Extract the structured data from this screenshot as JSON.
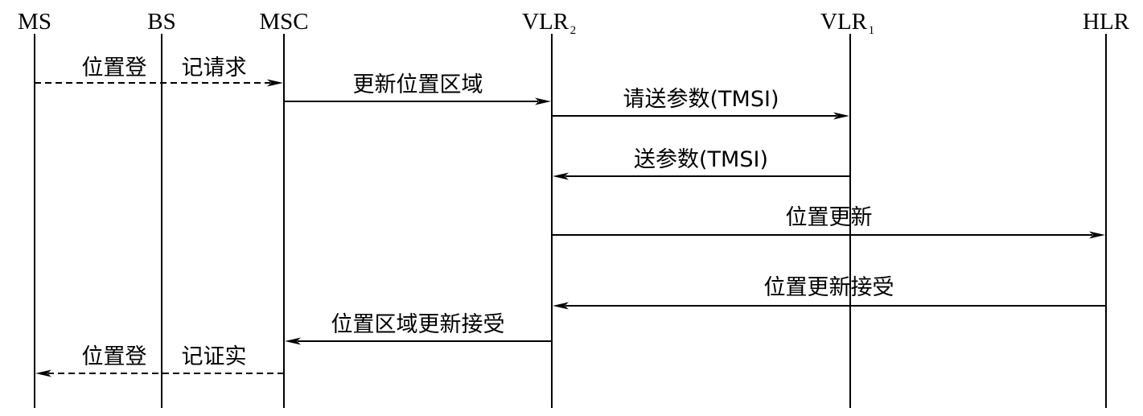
{
  "participants": [
    {
      "id": "MS",
      "label": "MS",
      "sub": ""
    },
    {
      "id": "BS",
      "label": "BS",
      "sub": ""
    },
    {
      "id": "MSC",
      "label": "MSC",
      "sub": ""
    },
    {
      "id": "VLR2",
      "label": "VLR",
      "sub": "2"
    },
    {
      "id": "VLR1",
      "label": "VLR",
      "sub": "1"
    },
    {
      "id": "HLR",
      "label": "HLR",
      "sub": ""
    }
  ],
  "messages": [
    {
      "from": "MS",
      "to": "MSC",
      "style": "dashed",
      "label_parts": [
        "位置登",
        "记请求"
      ]
    },
    {
      "from": "MSC",
      "to": "VLR2",
      "style": "solid",
      "label_parts": [
        "更新位置区域"
      ]
    },
    {
      "from": "VLR2",
      "to": "VLR1",
      "style": "solid",
      "label_parts": [
        "请送参数(TMSI)"
      ]
    },
    {
      "from": "VLR1",
      "to": "VLR2",
      "style": "solid",
      "label_parts": [
        "送参数(TMSI)"
      ]
    },
    {
      "from": "VLR2",
      "to": "HLR",
      "style": "solid",
      "label_parts": [
        "位置更新"
      ]
    },
    {
      "from": "HLR",
      "to": "VLR2",
      "style": "solid",
      "label_parts": [
        "位置更新接受"
      ]
    },
    {
      "from": "VLR2",
      "to": "MSC",
      "style": "solid",
      "label_parts": [
        "位置区域更新接受"
      ]
    },
    {
      "from": "MSC",
      "to": "MS",
      "style": "dashed",
      "label_parts": [
        "位置登",
        "记证实"
      ]
    }
  ]
}
